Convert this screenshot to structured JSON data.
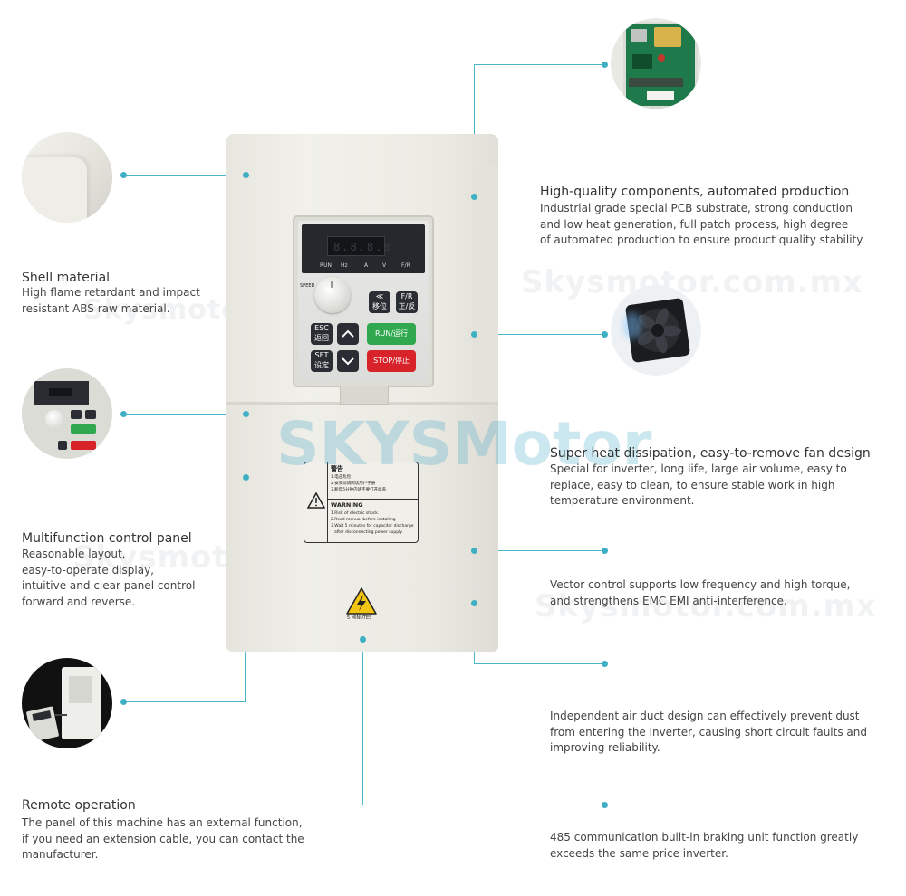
{
  "watermark": {
    "brand": "SKYSMotor",
    "site": "Skysmotor.com.mx"
  },
  "features": {
    "shell": {
      "title": "Shell material",
      "desc": [
        "High flame retardant and impact",
        "resistant ABS raw material."
      ]
    },
    "panel": {
      "title": "Multifunction control panel",
      "desc": [
        "Reasonable layout,",
        "easy-to-operate display,",
        "intuitive and clear panel control",
        "forward and reverse."
      ]
    },
    "remote": {
      "title": "Remote operation",
      "desc": [
        "The panel of this machine has an external function,",
        "if you need an extension cable, you can contact the",
        "manufacturer."
      ]
    },
    "components": {
      "title": "High-quality components, automated production",
      "desc": [
        "Industrial grade special PCB substrate, strong conduction",
        "and low heat generation, full patch process, high degree",
        "of automated production to ensure product quality stability."
      ]
    },
    "fan": {
      "title": "Super heat dissipation, easy-to-remove fan design",
      "desc": [
        "Special for inverter, long life, large air volume, easy to",
        "replace, easy to clean, to ensure stable work in high",
        "temperature environment."
      ]
    },
    "vector": {
      "desc": [
        "Vector control supports low frequency and high torque,",
        "and strengthens EMC EMI anti-interference."
      ]
    },
    "airduct": {
      "desc": [
        "Independent air duct design can effectively prevent dust",
        "from entering the inverter, causing short circuit faults and",
        "improving reliability."
      ]
    },
    "comm": {
      "desc": [
        "485 communication built-in braking unit function greatly",
        "exceeds the same price inverter."
      ]
    }
  },
  "inverter": {
    "indicators": [
      "RUN",
      "Hz",
      "A",
      "V",
      "F/R"
    ],
    "speed_label": "SPEED",
    "keys": {
      "shift": [
        "≪",
        "移位"
      ],
      "fr": [
        "F/R",
        "正/反"
      ],
      "esc": [
        "ESC",
        "返回"
      ],
      "set": [
        "SET",
        "设定"
      ],
      "run": "RUN/运行",
      "stop": "STOP/停止"
    },
    "label": {
      "cn_title": "警告",
      "cn_lines": [
        "1.电击危险",
        "2.安装前请阅读用户手册",
        "3.断电5分钟内请不要打开此盖"
      ],
      "en_title": "WARNING",
      "en_lines": [
        "1.Risk of electric shock.",
        "2.Read manual before installing",
        "3.Wait 5 minutes for capacitor discharge",
        "after disconnecting power supply"
      ]
    },
    "caution_text": "5 MINUTES"
  },
  "colors": {
    "accent": "#3fafc4",
    "body": "#ecebe4",
    "run_key": "#2fa84f",
    "stop_key": "#d8232a"
  }
}
